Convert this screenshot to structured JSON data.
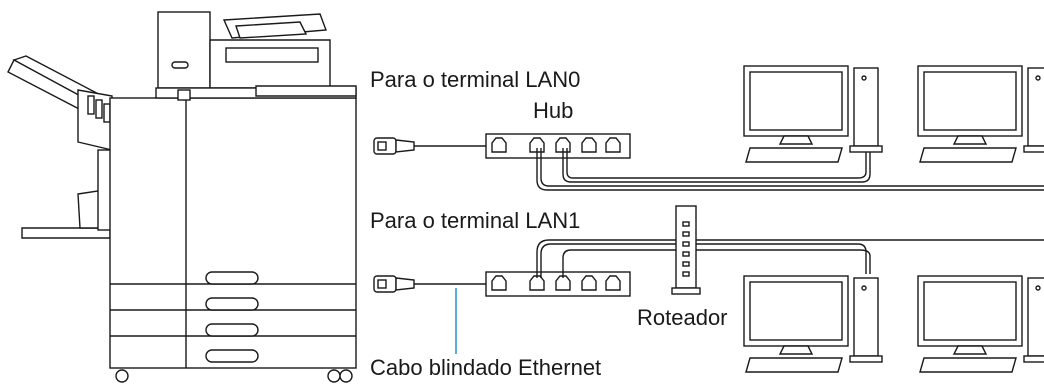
{
  "labels": {
    "lan0_terminal": "Para o terminal LAN0",
    "hub": "Hub",
    "lan1_terminal": "Para o terminal LAN1",
    "router": "Roteador",
    "shielded_cable": "Cabo blindado Ethernet"
  },
  "colors": {
    "line": "#1a1a1a",
    "cable_callout": "#2e9bd6"
  }
}
